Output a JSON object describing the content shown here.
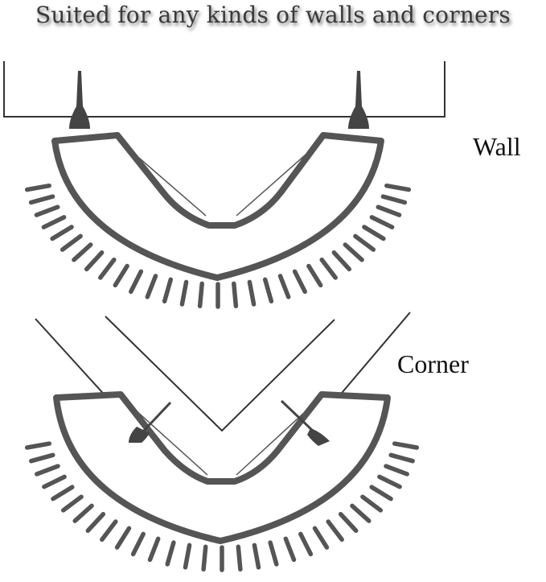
{
  "heading": "Suited for any kinds of walls and corners",
  "labels": {
    "wall": "Wall",
    "corner": "Corner"
  },
  "colors": {
    "brush": "#555555",
    "line": "#333333",
    "heading": "#3a3a3a"
  },
  "diagrams": [
    {
      "id": "wall",
      "caption_key": "wall"
    },
    {
      "id": "corner",
      "caption_key": "corner"
    }
  ]
}
